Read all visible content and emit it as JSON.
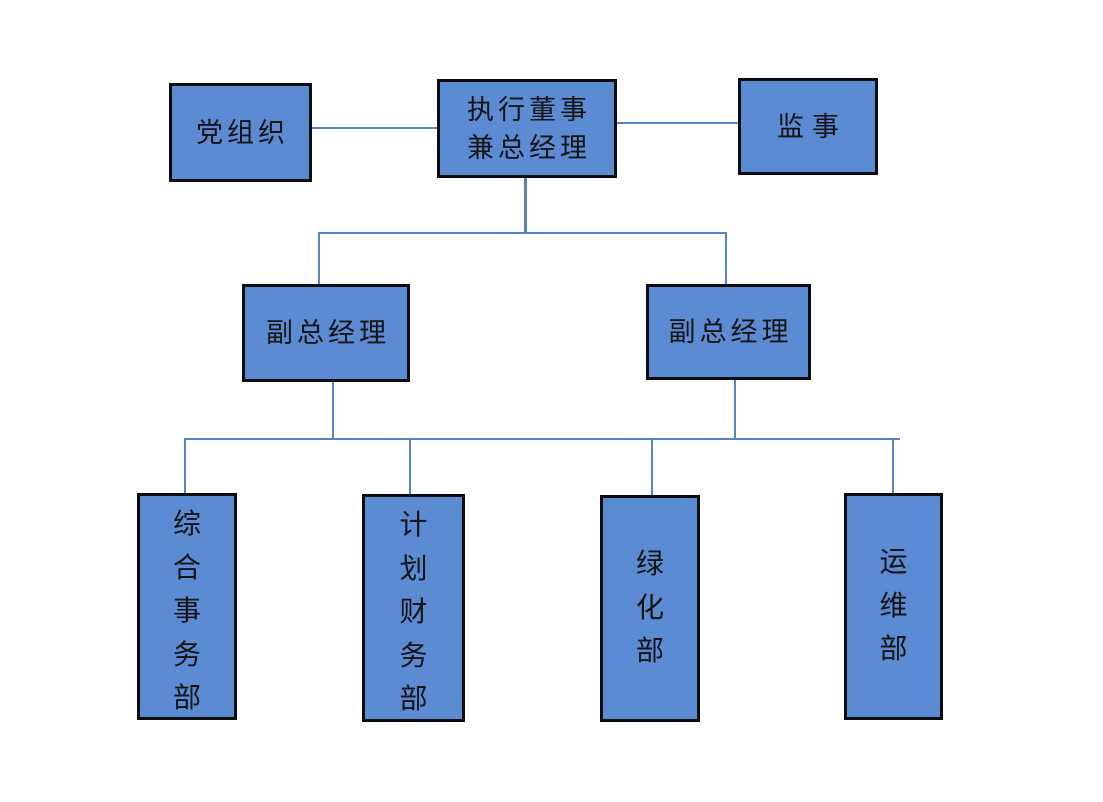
{
  "diagram": {
    "type": "org-chart",
    "language": "zh-CN",
    "nodes": {
      "party": {
        "label": "党组织"
      },
      "exec": {
        "lines": [
          "执行董事",
          "兼总经理"
        ],
        "full_label": "执行董事兼总经理"
      },
      "supervisor": {
        "label": "监事"
      },
      "vice_left": {
        "label": "副总经理"
      },
      "vice_right": {
        "label": "副总经理"
      },
      "dept_general_affairs": {
        "label": "综合事务部"
      },
      "dept_planning_finance": {
        "label": "计划财务部"
      },
      "dept_greening": {
        "label": "绿化部"
      },
      "dept_operations": {
        "label": "运维部"
      }
    },
    "edges": [
      {
        "from": "党组织",
        "to": "执行董事兼总经理",
        "style": "peer"
      },
      {
        "from": "执行董事兼总经理",
        "to": "监事",
        "style": "peer"
      },
      {
        "from": "执行董事兼总经理",
        "to": "副总经理(左)",
        "style": "reports"
      },
      {
        "from": "执行董事兼总经理",
        "to": "副总经理(右)",
        "style": "reports"
      },
      {
        "from": "副总经理",
        "to": "综合事务部",
        "style": "reports"
      },
      {
        "from": "副总经理",
        "to": "计划财务部",
        "style": "reports"
      },
      {
        "from": "副总经理",
        "to": "绿化部",
        "style": "reports"
      },
      {
        "from": "副总经理",
        "to": "运维部",
        "style": "reports"
      }
    ]
  },
  "colors": {
    "box_fill": "#5b8cd3",
    "box_border": "#0d0d0d",
    "connector": "#5585c2",
    "text": "#141414",
    "background": "#ffffff"
  }
}
